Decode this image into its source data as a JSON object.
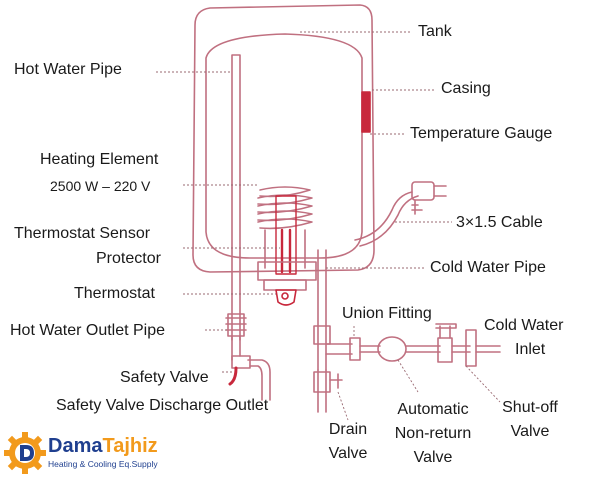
{
  "labels": {
    "tank": "Tank",
    "hot_water_pipe": "Hot Water Pipe",
    "casing": "Casing",
    "temperature_gauge": "Temperature Gauge",
    "heating_element_line1": "Heating Element",
    "heating_element_line2": "2500 W – 220 V",
    "cable": "3×1.5 Cable",
    "thermostat_sensor_line1": "Thermostat Sensor",
    "thermostat_sensor_line2": "Protector",
    "cold_water_pipe": "Cold Water Pipe",
    "thermostat": "Thermostat",
    "union_fitting": "Union Fitting",
    "cold_water_inlet_line1": "Cold Water",
    "cold_water_inlet_line2": "Inlet",
    "hot_water_outlet_pipe": "Hot Water Outlet Pipe",
    "safety_valve": "Safety Valve",
    "safety_valve_discharge": "Safety Valve Discharge Outlet",
    "automatic_line1": "Automatic",
    "automatic_line2": "Non-return",
    "automatic_line3": "Valve",
    "shutoff_line1": "Shut-off",
    "shutoff_line2": "Valve",
    "drain_line1": "Drain",
    "drain_line2": "Valve"
  },
  "logo": {
    "name_part1": "Dama",
    "name_part2": "Tajhiz",
    "tagline": "Heating & Cooling Eq.Supply"
  },
  "colors": {
    "line": "#c07080",
    "leader": "#9a6a72",
    "accent": "#c8283c",
    "brand_blue": "#1f3f8f",
    "brand_orange": "#f29a1c"
  }
}
